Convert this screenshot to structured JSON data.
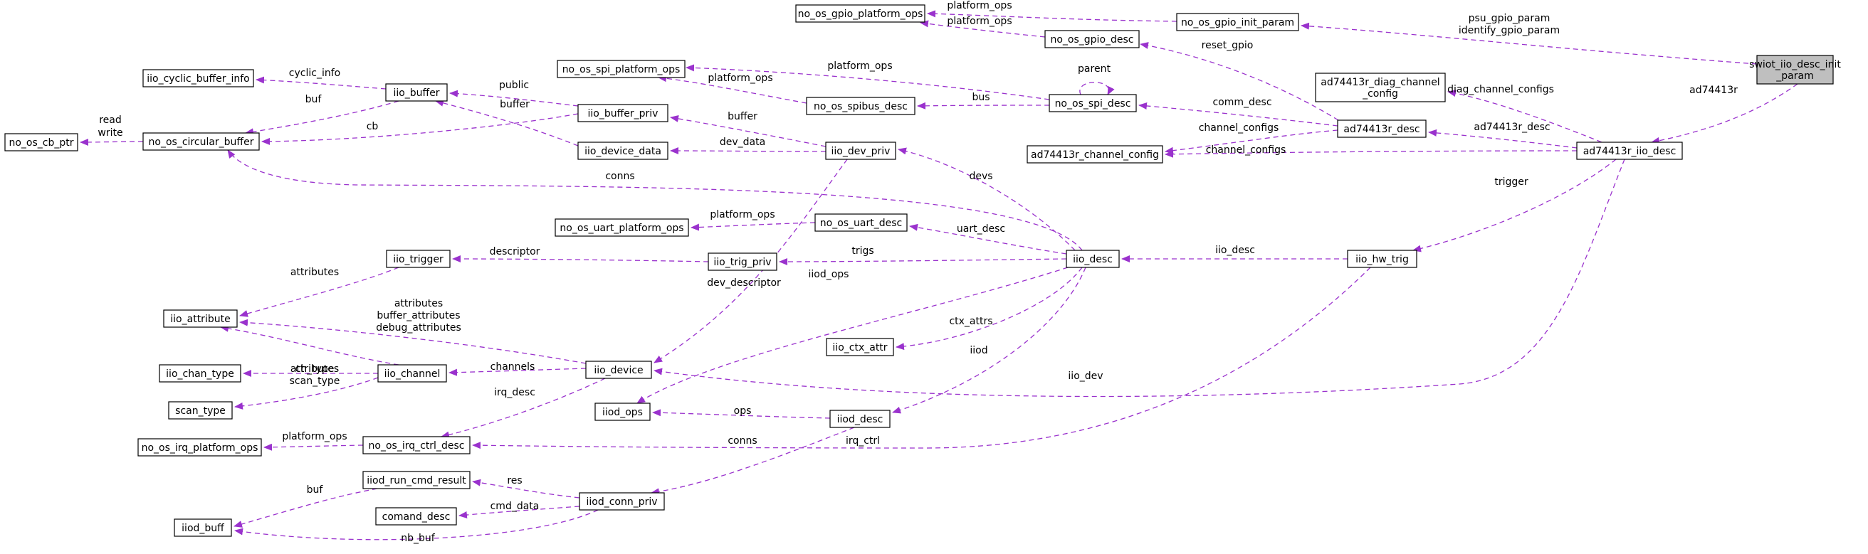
{
  "diagram": {
    "root": "swiot_iio_desc_init_param",
    "colors": {
      "edge": "#9a32cd",
      "root_fill": "#bfbfbf",
      "node_fill": "#ffffff"
    },
    "nodes": [
      {
        "id": "swiot",
        "lines": [
          "swiot_iio_desc_init",
          "_param"
        ],
        "root": true
      },
      {
        "id": "gpio_init",
        "lines": [
          "no_os_gpio_init_param"
        ]
      },
      {
        "id": "gpio_platform",
        "lines": [
          "no_os_gpio_platform_ops"
        ]
      },
      {
        "id": "gpio_desc",
        "lines": [
          "no_os_gpio_desc"
        ]
      },
      {
        "id": "diag_cfg",
        "lines": [
          "ad74413r_diag_channel",
          "_config"
        ]
      },
      {
        "id": "ad_iio",
        "lines": [
          "ad74413r_iio_desc"
        ]
      },
      {
        "id": "ad_desc",
        "lines": [
          "ad74413r_desc"
        ]
      },
      {
        "id": "ch_cfg",
        "lines": [
          "ad74413r_channel_config"
        ]
      },
      {
        "id": "spi_desc",
        "lines": [
          "no_os_spi_desc"
        ]
      },
      {
        "id": "spi_platform",
        "lines": [
          "no_os_spi_platform_ops"
        ]
      },
      {
        "id": "spibus",
        "lines": [
          "no_os_spibus_desc"
        ]
      },
      {
        "id": "hw_trig",
        "lines": [
          "iio_hw_trig"
        ]
      },
      {
        "id": "iio_desc",
        "lines": [
          "iio_desc"
        ]
      },
      {
        "id": "dev_priv",
        "lines": [
          "iio_dev_priv"
        ]
      },
      {
        "id": "buf_priv",
        "lines": [
          "iio_buffer_priv"
        ]
      },
      {
        "id": "dev_data",
        "lines": [
          "iio_device_data"
        ]
      },
      {
        "id": "iio_buffer",
        "lines": [
          "iio_buffer"
        ]
      },
      {
        "id": "cyclic",
        "lines": [
          "iio_cyclic_buffer_info"
        ]
      },
      {
        "id": "circ",
        "lines": [
          "no_os_circular_buffer"
        ]
      },
      {
        "id": "cb_ptr",
        "lines": [
          "no_os_cb_ptr"
        ]
      },
      {
        "id": "uart_desc",
        "lines": [
          "no_os_uart_desc"
        ]
      },
      {
        "id": "uart_platform",
        "lines": [
          "no_os_uart_platform_ops"
        ]
      },
      {
        "id": "trig_priv",
        "lines": [
          "iio_trig_priv"
        ]
      },
      {
        "id": "trigger",
        "lines": [
          "iio_trigger"
        ]
      },
      {
        "id": "attribute",
        "lines": [
          "iio_attribute"
        ]
      },
      {
        "id": "ctx_attr",
        "lines": [
          "iio_ctx_attr"
        ]
      },
      {
        "id": "device",
        "lines": [
          "iio_device"
        ]
      },
      {
        "id": "channel",
        "lines": [
          "iio_channel"
        ]
      },
      {
        "id": "chan_type",
        "lines": [
          "iio_chan_type"
        ]
      },
      {
        "id": "scan_type",
        "lines": [
          "scan_type"
        ]
      },
      {
        "id": "iiod_ops",
        "lines": [
          "iiod_ops"
        ]
      },
      {
        "id": "iiod_desc",
        "lines": [
          "iiod_desc"
        ]
      },
      {
        "id": "irq_ctrl",
        "lines": [
          "no_os_irq_ctrl_desc"
        ]
      },
      {
        "id": "irq_platform",
        "lines": [
          "no_os_irq_platform_ops"
        ]
      },
      {
        "id": "run_cmd",
        "lines": [
          "iiod_run_cmd_result"
        ]
      },
      {
        "id": "comand",
        "lines": [
          "comand_desc"
        ]
      },
      {
        "id": "conn_priv",
        "lines": [
          "iiod_conn_priv"
        ]
      },
      {
        "id": "iiod_buff",
        "lines": [
          "iiod_buff"
        ]
      }
    ],
    "edges": [
      {
        "id": "e1",
        "labels": [
          "psu_gpio_param",
          "identify_gpio_param"
        ]
      },
      {
        "id": "e2",
        "labels": [
          "platform_ops"
        ]
      },
      {
        "id": "e3",
        "labels": [
          "platform_ops"
        ]
      },
      {
        "id": "e4",
        "labels": [
          "ad74413r"
        ]
      },
      {
        "id": "e5",
        "labels": [
          "diag_channel_configs"
        ]
      },
      {
        "id": "e6",
        "labels": [
          "ad74413r_desc"
        ]
      },
      {
        "id": "e7",
        "labels": [
          "channel_configs"
        ]
      },
      {
        "id": "e8",
        "labels": [
          "channel_configs"
        ]
      },
      {
        "id": "e9",
        "labels": [
          "reset_gpio"
        ]
      },
      {
        "id": "e10",
        "labels": [
          "comm_desc"
        ]
      },
      {
        "id": "e11",
        "labels": [
          "parent"
        ]
      },
      {
        "id": "e12",
        "labels": [
          "platform_ops"
        ]
      },
      {
        "id": "e13",
        "labels": [
          "bus"
        ]
      },
      {
        "id": "e14",
        "labels": [
          "platform_ops"
        ]
      },
      {
        "id": "e15",
        "labels": [
          "trigger"
        ]
      },
      {
        "id": "e16",
        "labels": [
          "iio_desc"
        ]
      },
      {
        "id": "e17",
        "labels": [
          "iio_dev"
        ]
      },
      {
        "id": "e18",
        "labels": [
          "irq_ctrl"
        ]
      },
      {
        "id": "e19",
        "labels": [
          "devs"
        ]
      },
      {
        "id": "e20",
        "labels": [
          "conns"
        ]
      },
      {
        "id": "e21",
        "labels": [
          "uart_desc"
        ]
      },
      {
        "id": "e22",
        "labels": [
          "trigs"
        ]
      },
      {
        "id": "e23",
        "labels": [
          "iiod_ops"
        ]
      },
      {
        "id": "e24",
        "labels": [
          "ctx_attrs"
        ]
      },
      {
        "id": "e25",
        "labels": [
          "iiod"
        ]
      },
      {
        "id": "e26",
        "labels": [
          "buffer"
        ]
      },
      {
        "id": "e27",
        "labels": [
          "dev_data"
        ]
      },
      {
        "id": "e28",
        "labels": [
          "dev_descriptor"
        ]
      },
      {
        "id": "e29",
        "labels": [
          "public"
        ]
      },
      {
        "id": "e30",
        "labels": [
          "cb"
        ]
      },
      {
        "id": "e31",
        "labels": [
          "buffer"
        ]
      },
      {
        "id": "e32",
        "labels": [
          "cyclic_info"
        ]
      },
      {
        "id": "e33",
        "labels": [
          "buf"
        ]
      },
      {
        "id": "e34",
        "labels": [
          "read",
          "write"
        ]
      },
      {
        "id": "e35",
        "labels": [
          "platform_ops"
        ]
      },
      {
        "id": "e36",
        "labels": [
          "descriptor"
        ]
      },
      {
        "id": "e37",
        "labels": [
          "attributes"
        ]
      },
      {
        "id": "e38",
        "labels": [
          "attributes",
          "buffer_attributes",
          "debug_attributes"
        ]
      },
      {
        "id": "e39",
        "labels": [
          "channels"
        ]
      },
      {
        "id": "e40",
        "labels": [
          "attributes"
        ]
      },
      {
        "id": "e41",
        "labels": [
          "ch_type"
        ]
      },
      {
        "id": "e42",
        "labels": [
          "scan_type"
        ]
      },
      {
        "id": "e43",
        "labels": [
          "irq_desc"
        ]
      },
      {
        "id": "e44",
        "labels": [
          "ops"
        ]
      },
      {
        "id": "e45",
        "labels": [
          "conns"
        ]
      },
      {
        "id": "e46",
        "labels": [
          "platform_ops"
        ]
      },
      {
        "id": "e47",
        "labels": [
          "res"
        ]
      },
      {
        "id": "e48",
        "labels": [
          "cmd_data"
        ]
      },
      {
        "id": "e49",
        "labels": [
          "nb_buf"
        ]
      },
      {
        "id": "e50",
        "labels": [
          "buf"
        ]
      }
    ]
  }
}
